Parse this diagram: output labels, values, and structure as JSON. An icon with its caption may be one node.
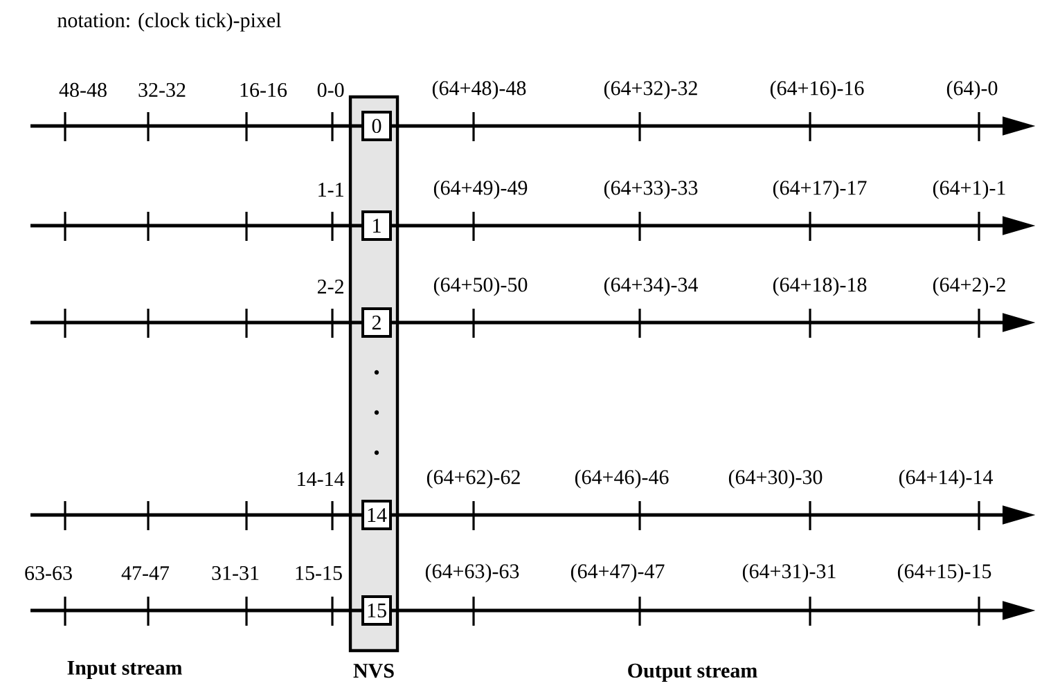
{
  "diagram": {
    "nodes": [
      {
        "text": [
          "NVS"
        ]
      },
      {
        "text": [
          "0"
        ],
        "in": 0
      },
      {
        "text": [
          "1"
        ],
        "in": 0
      },
      {
        "text": [
          "2"
        ],
        "in": 0
      },
      {
        "text": [
          "14"
        ],
        "in": 0
      },
      {
        "text": [
          "15"
        ],
        "in": 0
      }
    ],
    "edges": [
      {
        "from": null,
        "to": 1,
        "arrow": "none"
      },
      {
        "from": 1,
        "to": null,
        "arrow": "to"
      },
      {
        "from": null,
        "to": 2,
        "arrow": "none"
      },
      {
        "from": 2,
        "to": null,
        "arrow": "to"
      },
      {
        "from": null,
        "to": 3,
        "arrow": "none"
      },
      {
        "from": 3,
        "to": null,
        "arrow": "to"
      },
      {
        "from": null,
        "to": 4,
        "arrow": "none"
      },
      {
        "from": 4,
        "to": null,
        "arrow": "to"
      },
      {
        "from": null,
        "to": 5,
        "arrow": "none"
      },
      {
        "from": 5,
        "to": null,
        "arrow": "to"
      }
    ],
    "labels": [
      "notation: (clock tick)-pixel",
      "48-48",
      "32-32",
      "16-16",
      "0-0",
      "(64+48)-48",
      "(64+32)-32",
      "(64+16)-16",
      "(64)-0",
      "1-1",
      "(64+49)-49",
      "(64+33)-33",
      "(64+17)-17",
      "(64+1)-1",
      "2-2",
      "(64+50)-50",
      "(64+34)-34",
      "(64+18)-18",
      "(64+2)-2",
      "14-14",
      "(64+62)-62",
      "(64+46)-46",
      "(64+30)-30",
      "(64+14)-14",
      "63-63",
      "47-47",
      "31-31",
      "15-15",
      "(64+63)-63",
      "(64+47)-47",
      "(64+31)-31",
      "(64+15)-15",
      "Input stream",
      "Output stream"
    ]
  }
}
